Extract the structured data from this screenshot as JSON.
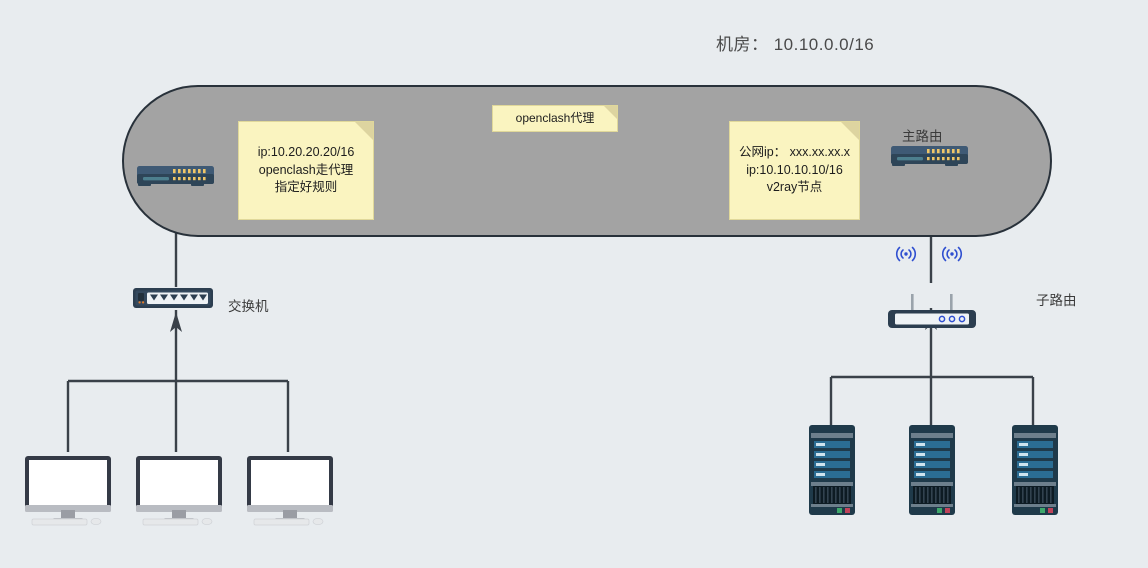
{
  "diagram": {
    "title": "机房： 10.10.0.0/16",
    "background_color": "#e8ecef",
    "zone": {
      "name": "机房",
      "fill_color": "#a3a3a3",
      "border_color": "#28313a"
    },
    "notes": {
      "left": {
        "lines": [
          "ip:10.20.20.20/16",
          "openclash走代理",
          "指定好规则"
        ],
        "text": "ip:10.20.20.20/16\nopenclash走代理\n指定好规则",
        "color": "#faf4c0"
      },
      "center": {
        "text": "openclash代理",
        "color": "#faf4c0"
      },
      "right": {
        "lines": [
          "公网ip： xxx.xx.xx.x",
          "ip:10.10.10.10/16",
          "v2ray节点"
        ],
        "text": "公网ip： xxx.xx.xx.x\nip:10.10.10.10/16\nv2ray节点",
        "color": "#faf4c0"
      }
    },
    "devices": {
      "router_left": {
        "label": "",
        "icon": "router-icon"
      },
      "router_main": {
        "label": "主路由",
        "icon": "router-icon"
      },
      "switch": {
        "label": "交换机",
        "icon": "switch-icon"
      },
      "sub_router": {
        "label": "子路由",
        "icon": "wireless-router-icon"
      },
      "computers": [
        {
          "label": "",
          "icon": "desktop-computer-icon"
        },
        {
          "label": "",
          "icon": "desktop-computer-icon"
        },
        {
          "label": "",
          "icon": "desktop-computer-icon"
        }
      ],
      "servers": [
        {
          "label": "",
          "icon": "server-tower-icon"
        },
        {
          "label": "",
          "icon": "server-tower-icon"
        },
        {
          "label": "",
          "icon": "server-tower-icon"
        }
      ]
    },
    "wifi_signal": {
      "glyph": "((·))",
      "color": "#2f4fd0",
      "count": 2
    },
    "line_color": "#3a4149"
  }
}
